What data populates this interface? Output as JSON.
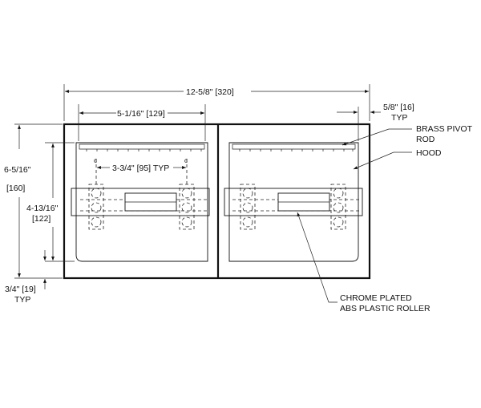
{
  "dimensions": {
    "overall_width": "12-5/8\" [320]",
    "inner_width": "5-1/16\" [129]",
    "side_margin": "5/8\" [16]",
    "side_margin_typ": "TYP",
    "pivot_spacing": "3-3/4\" [95] TYP",
    "overall_height": "6-5/16\"",
    "overall_height_mm": "[160]",
    "inner_height": "4-13/16\"",
    "inner_height_mm": "[122]",
    "bottom_margin": "3/4\" [19]",
    "bottom_margin_typ": "TYP"
  },
  "callouts": {
    "brass_pivot_rod_line1": "BRASS PIVOT",
    "brass_pivot_rod_line2": "ROD",
    "hood": "HOOD",
    "roller_line1": "CHROME PLATED",
    "roller_line2": "ABS PLASTIC ROLLER"
  }
}
